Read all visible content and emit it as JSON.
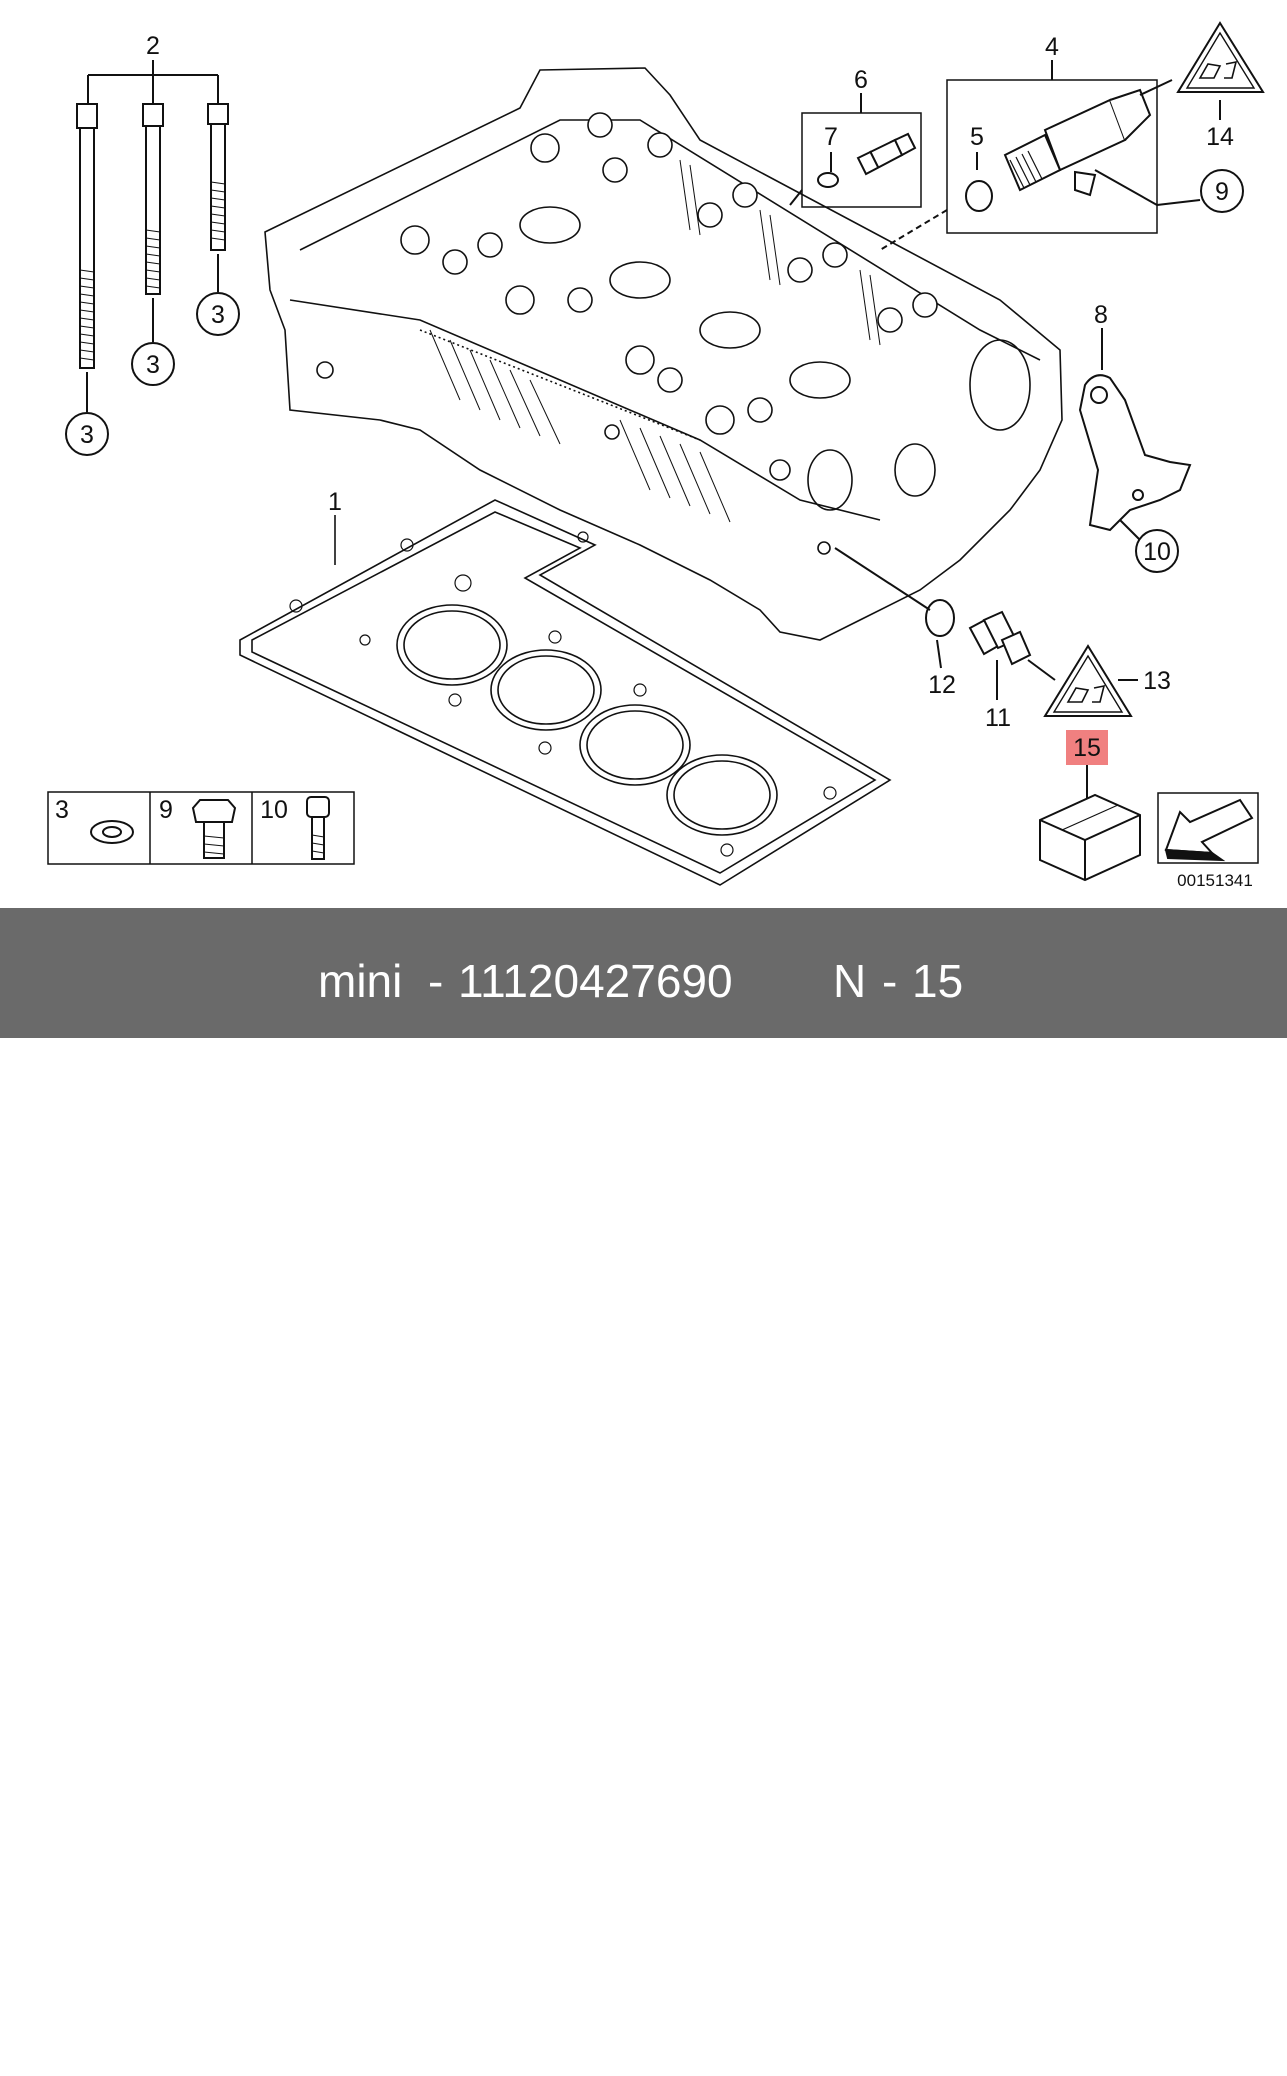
{
  "callouts": {
    "c1": "1",
    "c2": "2",
    "c3a": "3",
    "c3b": "3",
    "c3c": "3",
    "c4": "4",
    "c5": "5",
    "c6": "6",
    "c7": "7",
    "c8": "8",
    "c9": "9",
    "c10": "10",
    "c11": "11",
    "c12": "12",
    "c13": "13",
    "c14": "14",
    "c15": "15"
  },
  "legend": {
    "item3": "3",
    "item9": "9",
    "item10": "10"
  },
  "diagram_number": "00151341",
  "highlight_color": "#f08080",
  "footer": {
    "brand": "mini",
    "dash1": "-",
    "part_number": "11120427690",
    "ref_letter": "N",
    "dash2": "-",
    "ref_number": "15"
  }
}
